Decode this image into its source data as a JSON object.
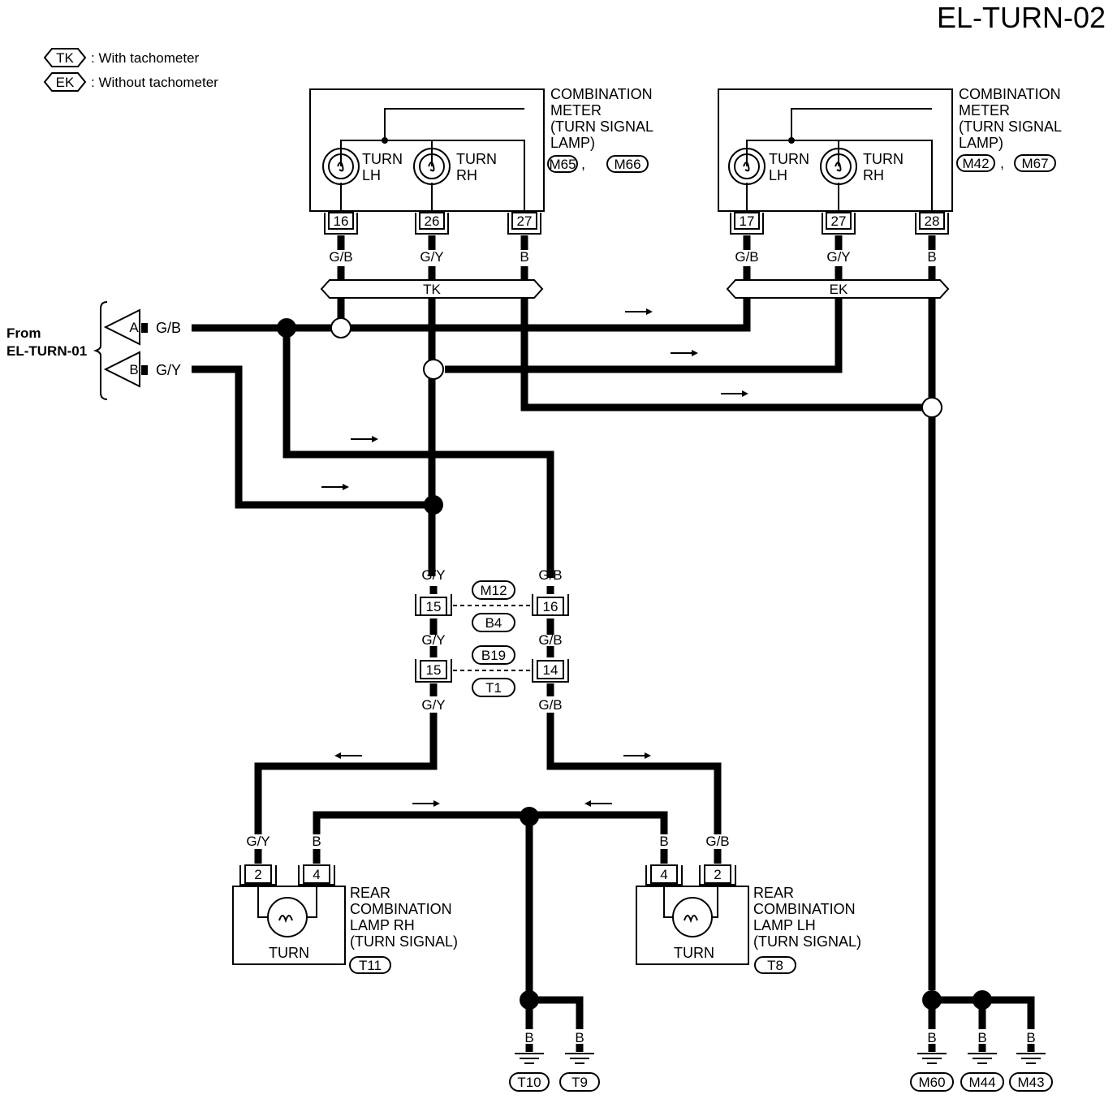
{
  "diagram_title": "EL-TURN-02",
  "legend": [
    {
      "code": "TK",
      "desc": ": With tachometer"
    },
    {
      "code": "EK",
      "desc": ": Without tachometer"
    }
  ],
  "from_label": {
    "line1": "From",
    "line2": "EL-TURN-01"
  },
  "inputs": [
    {
      "id": "A",
      "wire": "G/B"
    },
    {
      "id": "B",
      "wire": "G/Y"
    }
  ],
  "meter_tk": {
    "title_lines": [
      "COMBINATION",
      "METER",
      "(TURN SIGNAL",
      "LAMP)"
    ],
    "connectors": [
      "M65",
      "M66"
    ],
    "lamps": [
      {
        "line1": "TURN",
        "line2": "LH"
      },
      {
        "line1": "TURN",
        "line2": "RH"
      }
    ],
    "pins": [
      "16",
      "26",
      "27"
    ],
    "wires": [
      "G/B",
      "G/Y",
      "B"
    ],
    "bus_label": "TK"
  },
  "meter_ek": {
    "title_lines": [
      "COMBINATION",
      "METER",
      "(TURN SIGNAL",
      "LAMP)"
    ],
    "connectors": [
      "M42",
      "M67"
    ],
    "lamps": [
      {
        "line1": "TURN",
        "line2": "LH"
      },
      {
        "line1": "TURN",
        "line2": "RH"
      }
    ],
    "pins": [
      "17",
      "27",
      "28"
    ],
    "wires": [
      "G/B",
      "G/Y",
      "B"
    ],
    "bus_label": "EK"
  },
  "joint_1": {
    "pins": [
      "15",
      "16"
    ],
    "connectors": [
      "M12",
      "B4"
    ],
    "wires_top": [
      "G/Y",
      "G/B"
    ],
    "wires_bottom": [
      "G/Y",
      "G/B"
    ]
  },
  "joint_2": {
    "pins": [
      "15",
      "14"
    ],
    "connectors": [
      "B19",
      "T1"
    ],
    "wires_bottom": [
      "G/Y",
      "G/B"
    ]
  },
  "rear_rh": {
    "title_lines": [
      "REAR",
      "COMBINATION",
      "LAMP RH",
      "(TURN SIGNAL)"
    ],
    "connector": "T11",
    "pins": [
      "2",
      "4"
    ],
    "wires": [
      "G/Y",
      "B"
    ],
    "lamp_label": "TURN"
  },
  "rear_lh": {
    "title_lines": [
      "REAR",
      "COMBINATION",
      "LAMP LH",
      "(TURN SIGNAL)"
    ],
    "connector": "T8",
    "pins": [
      "4",
      "2"
    ],
    "wires": [
      "B",
      "G/B"
    ],
    "lamp_label": "TURN"
  },
  "grounds": [
    {
      "wire": "B",
      "connector": "T10"
    },
    {
      "wire": "B",
      "connector": "T9"
    },
    {
      "wire": "B",
      "connector": "M60"
    },
    {
      "wire": "B",
      "connector": "M44"
    },
    {
      "wire": "B",
      "connector": "M43"
    }
  ]
}
